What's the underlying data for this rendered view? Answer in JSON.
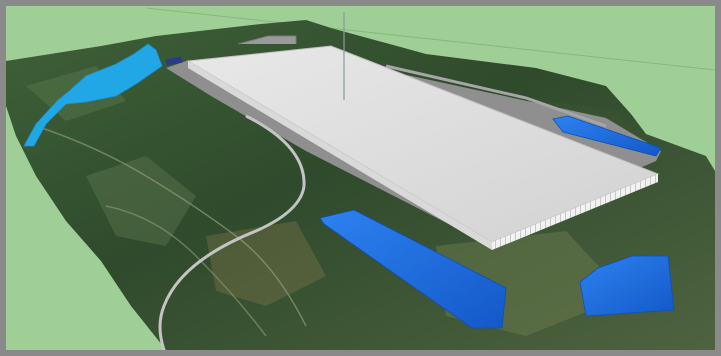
{
  "viewport": {
    "scene_description_labels": [],
    "colors": {
      "frame": "#8a8a8a",
      "sky_ground": "#9fcf96",
      "terrain_dark": "#2f4a2c",
      "terrain_mid": "#4c6b3f",
      "terrain_light": "#7a8a5a",
      "building_roof": "#dedede",
      "building_side": "#ececec",
      "paved_apron": "#8f8f8f",
      "water_blue": "#22a7e6",
      "pond_blue": "#1f6fe0",
      "road_gray": "#b9b9b9"
    },
    "objects": {
      "terrain": "terrain-surface",
      "building": "warehouse-building",
      "streams": [
        "stream-channel"
      ],
      "ponds": [
        "detention-pond-front",
        "detention-pond-right-small",
        "detention-pond-right-back"
      ],
      "roads": [
        "access-road"
      ],
      "axis": "vertical-axis-line"
    }
  }
}
